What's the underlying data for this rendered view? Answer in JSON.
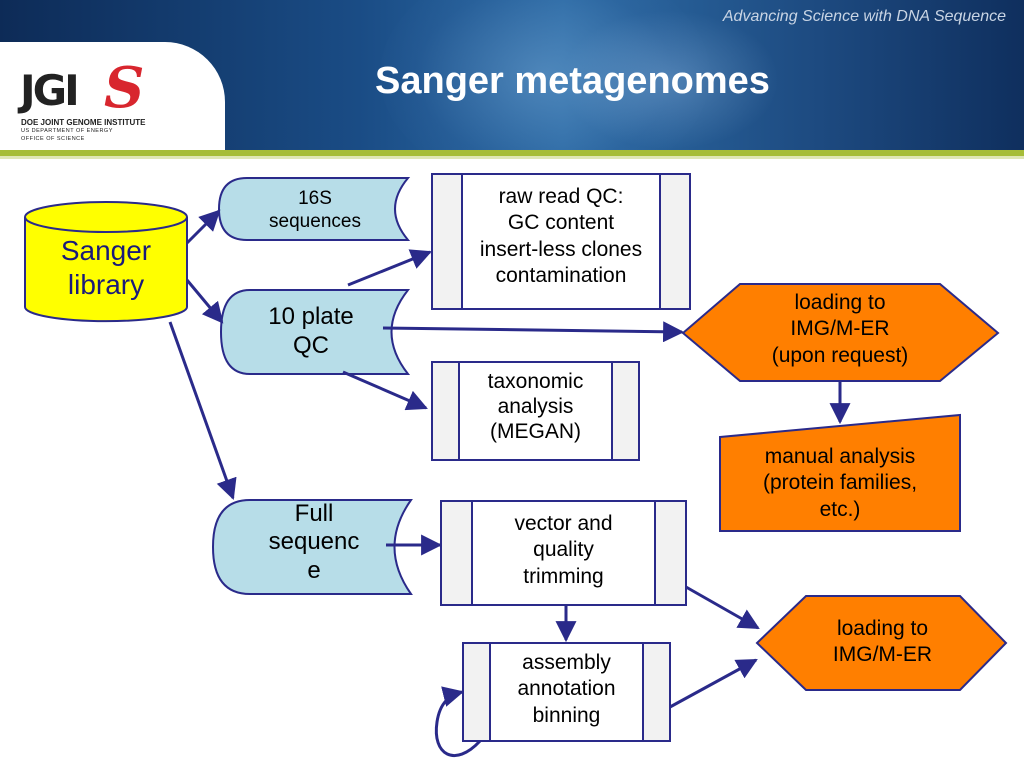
{
  "header": {
    "tagline": "Advancing Science with DNA Sequence",
    "title": "Sanger metagenomes",
    "logo": {
      "mark": "JGI",
      "org": "DOE JOINT GENOME INSTITUTE",
      "dept": "US DEPARTMENT OF ENERGY",
      "office": "OFFICE OF SCIENCE"
    }
  },
  "colors": {
    "header_blue": "#1a4c85",
    "stripe_green": "#a6bd38",
    "sanger_yellow": "#ffff00",
    "input_fill": "#b7dde8",
    "output_orange": "#ff7f00",
    "process_fill": "#f2f2f2",
    "edge_navy": "#2a2a8a"
  },
  "nodes": {
    "sanger_library": "Sanger\nlibrary",
    "seq16s": "16S\nsequences",
    "plate_qc": "10 plate\nQC",
    "full_sequence": "Full\nsequenc\ne",
    "raw_read_qc": "raw read QC:\nGC content\ninsert-less clones\ncontamination",
    "taxonomic": "taxonomic\nanalysis\n(MEGAN)",
    "loading_request": "loading to\nIMG/M-ER\n(upon request)",
    "manual_analysis": "manual analysis\n(protein families,\netc.)",
    "vector_trimming": "vector and\nquality\ntrimming",
    "assembly": "assembly\nannotation\nbinning",
    "loading_img": "loading to\nIMG/M-ER"
  }
}
